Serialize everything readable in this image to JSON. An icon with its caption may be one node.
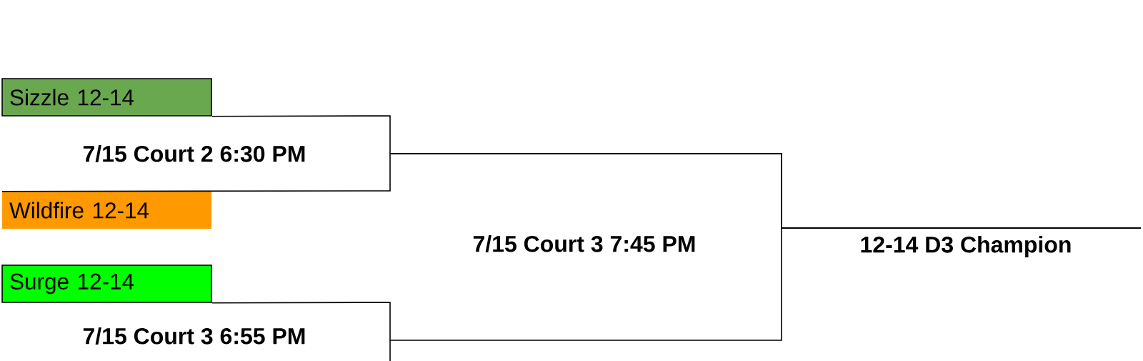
{
  "diagram": {
    "nodes": [
      {
        "text": [
          "Sizzle 12-14"
        ]
      },
      {
        "text": [
          "Wildfire 12-14"
        ]
      },
      {
        "text": [
          "Surge 12-14"
        ]
      }
    ],
    "edges": [
      {
        "from": 0,
        "to": null,
        "arrow": "none"
      },
      {
        "from": 1,
        "to": null,
        "arrow": "none"
      },
      {
        "from": 2,
        "to": null,
        "arrow": "none"
      }
    ],
    "labels": [
      "7/15 Court 2 6:30 PM",
      "7/15 Court 3 7:45 PM",
      "12-14 D3 Champion",
      "7/15 Court 3 6:55 PM"
    ]
  }
}
